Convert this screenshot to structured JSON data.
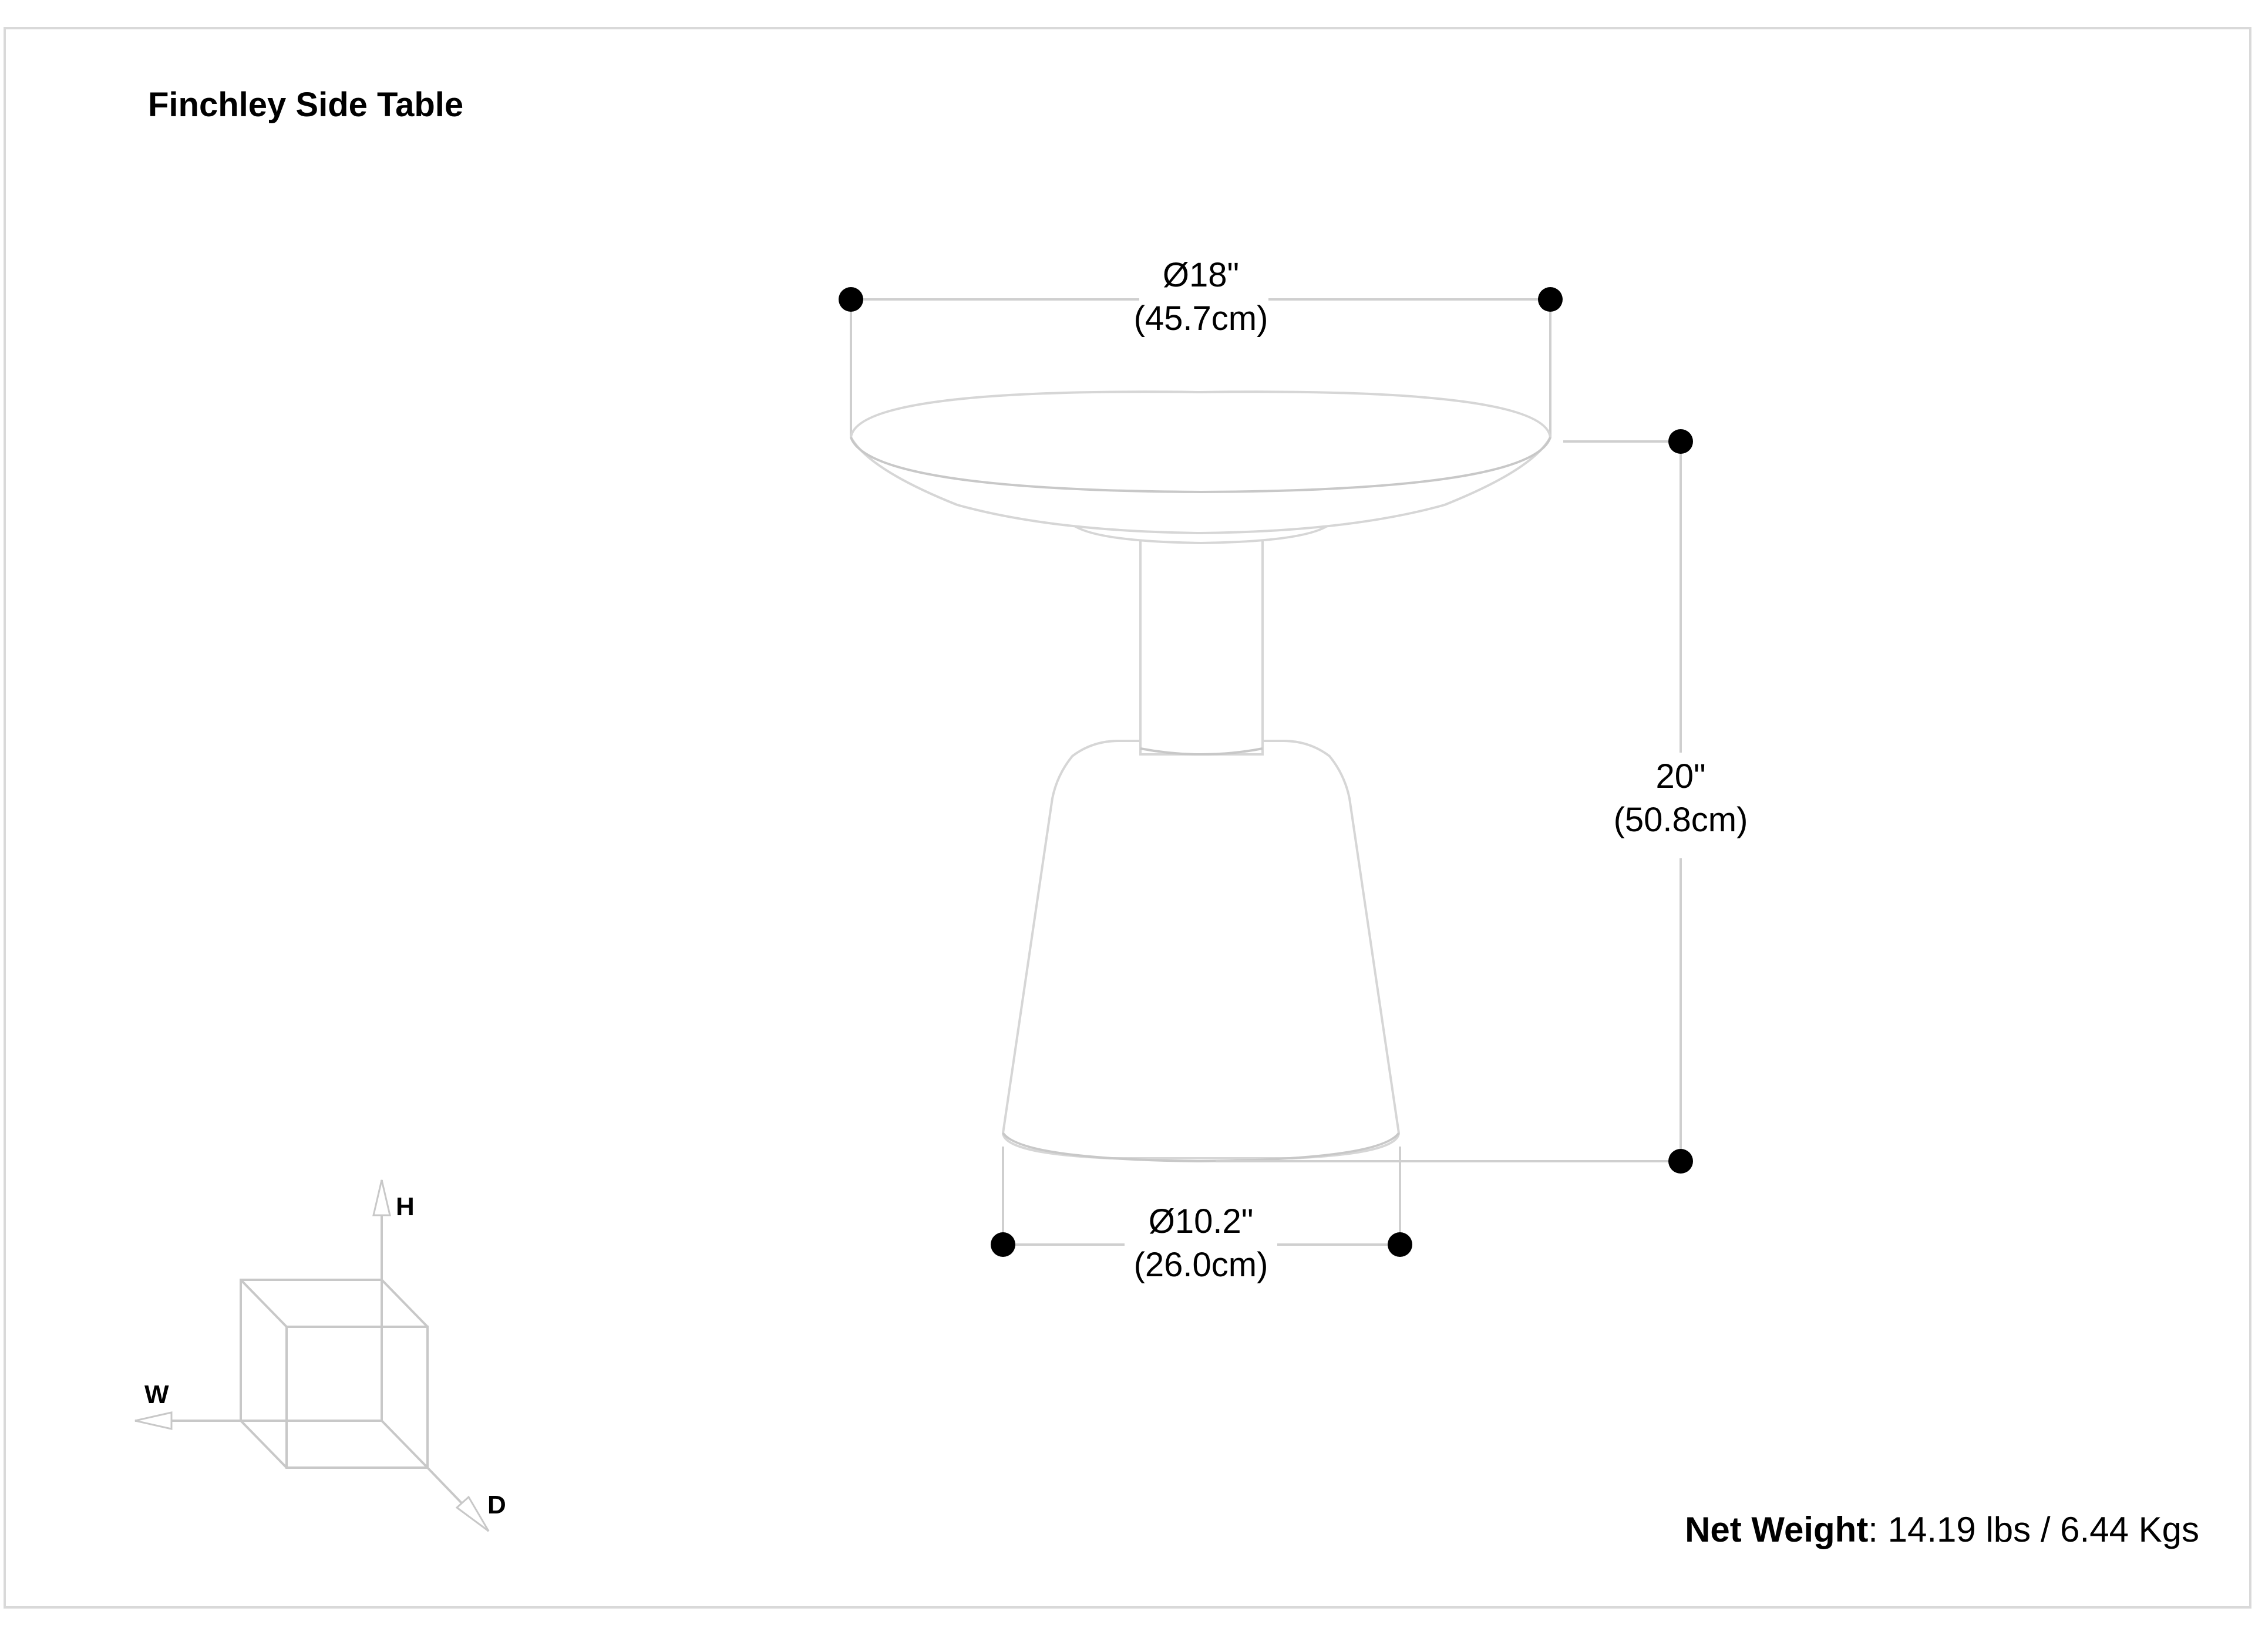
{
  "title": "Finchley Side Table",
  "dimensions": {
    "top_diameter": {
      "imperial": "Ø18\"",
      "metric": "(45.7cm)"
    },
    "height": {
      "imperial": "20\"",
      "metric": "(50.8cm)"
    },
    "base_diameter": {
      "imperial": "Ø10.2\"",
      "metric": "(26.0cm)"
    }
  },
  "axes": {
    "height": "H",
    "width": "W",
    "depth": "D"
  },
  "net_weight": {
    "label": "Net Weight",
    "value": ": 14.19 lbs / 6.44 Kgs"
  },
  "colors": {
    "line": "#c8c8c8",
    "dot": "#000000",
    "text": "#000000",
    "frame": "#d9d9d9"
  }
}
